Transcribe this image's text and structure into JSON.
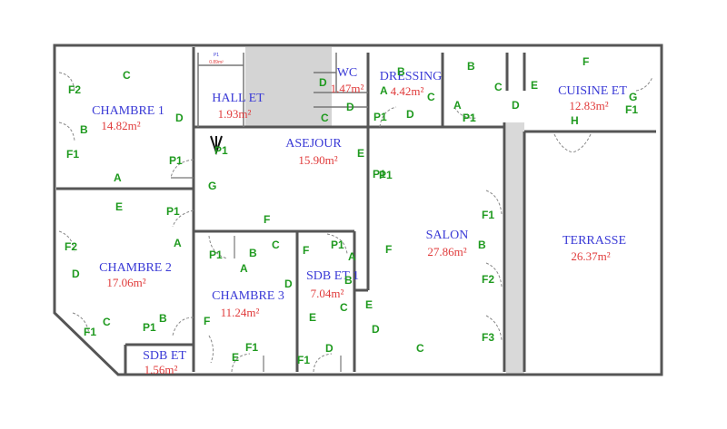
{
  "rooms": [
    {
      "id": "chambre1",
      "name": "CHAMBRE 1",
      "area": "14.82m²"
    },
    {
      "id": "hall",
      "name": "HALL ET",
      "area": "1.93m²"
    },
    {
      "id": "wc",
      "name": "WC",
      "area": "1.47m²"
    },
    {
      "id": "dressing",
      "name": "DRESSING",
      "area": "4.42m²"
    },
    {
      "id": "cuisine",
      "name": "CUISINE ET",
      "area": "12.83m²"
    },
    {
      "id": "sejour",
      "name": "ASEJOUR",
      "area": "15.90m²"
    },
    {
      "id": "chambre2",
      "name": "CHAMBRE 2",
      "area": "17.06m²"
    },
    {
      "id": "chambre3",
      "name": "CHAMBRE 3",
      "area": "11.24m²"
    },
    {
      "id": "sdb1",
      "name": "SDB ET 1",
      "area": "7.04m²"
    },
    {
      "id": "salon",
      "name": "SALON",
      "area": "27.86m²"
    },
    {
      "id": "terrasse",
      "name": "TERRASSE",
      "area": "26.37m²"
    },
    {
      "id": "sdb",
      "name": "SDB ET",
      "area": "1.56m²"
    }
  ],
  "hall_tiny": {
    "top": "P1",
    "bottom": "0.89m²"
  },
  "markers": [
    "F2",
    "C",
    "B",
    "D",
    "F1",
    "A",
    "P1",
    "P1",
    "G",
    "F",
    "E",
    "P1",
    "D",
    "C",
    "D",
    "P1",
    "B",
    "A",
    "C",
    "D",
    "P1",
    "B",
    "C",
    "A",
    "P1",
    "D",
    "F",
    "E",
    "H",
    "G",
    "F1",
    "E",
    "P1",
    "A",
    "F2",
    "D",
    "F1",
    "C",
    "P1",
    "B",
    "P1",
    "B",
    "A",
    "C",
    "F",
    "F1",
    "E",
    "F",
    "P1",
    "B",
    "A",
    "D",
    "C",
    "E",
    "D",
    "F1",
    "E",
    "P1",
    "F",
    "D",
    "C",
    "B",
    "F1",
    "F2",
    "F3"
  ]
}
